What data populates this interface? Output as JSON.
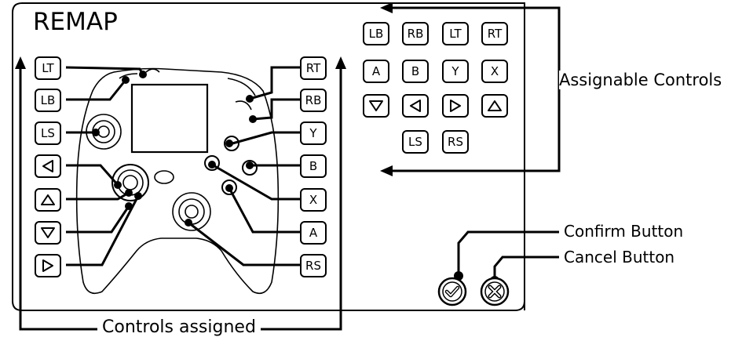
{
  "screen": {
    "title": "REMAP"
  },
  "left_column": [
    {
      "id": "lt",
      "label": "LT"
    },
    {
      "id": "lb",
      "label": "LB"
    },
    {
      "id": "ls",
      "label": "LS"
    },
    {
      "id": "left",
      "icon": "dpad-left-icon"
    },
    {
      "id": "up",
      "icon": "dpad-up-icon"
    },
    {
      "id": "down",
      "icon": "dpad-down-icon"
    },
    {
      "id": "right",
      "icon": "dpad-right-icon"
    }
  ],
  "right_column": [
    {
      "id": "rt",
      "label": "RT"
    },
    {
      "id": "rb",
      "label": "RB"
    },
    {
      "id": "y",
      "label": "Y"
    },
    {
      "id": "b",
      "label": "B"
    },
    {
      "id": "x",
      "label": "X"
    },
    {
      "id": "a",
      "label": "A"
    },
    {
      "id": "rs",
      "label": "RS"
    }
  ],
  "assignable_grid": [
    [
      "LB",
      "RB",
      "LT",
      "RT"
    ],
    [
      "A",
      "B",
      "Y",
      "X"
    ],
    [
      "dpad-down-icon",
      "dpad-left-icon",
      "dpad-right-icon",
      "dpad-up-icon"
    ],
    [
      "LS",
      "RS"
    ]
  ],
  "buttons": {
    "confirm_icon": "checkmark-icon",
    "cancel_icon": "x-icon"
  },
  "callouts": {
    "assignable": "Assignable Controls",
    "confirm": "Confirm Button",
    "cancel": "Cancel Button",
    "assigned": "Controls assigned"
  }
}
